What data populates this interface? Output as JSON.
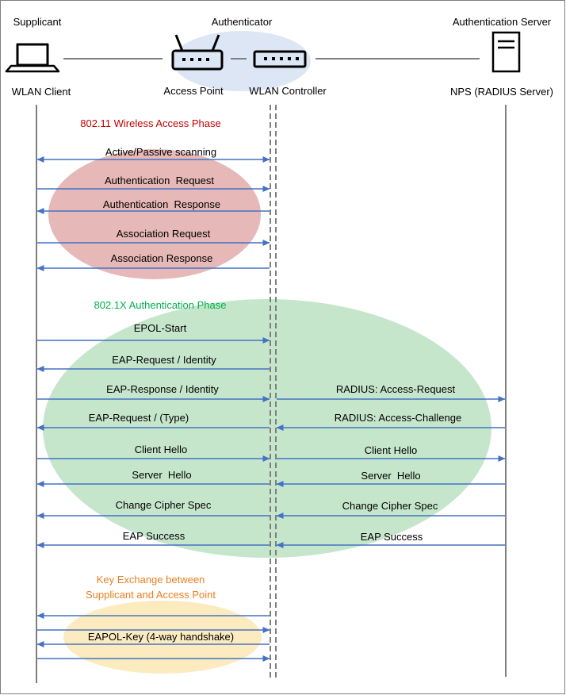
{
  "header": {
    "supplicant": "Supplicant",
    "authenticator": "Authenticator",
    "auth_server": "Authentication Server",
    "wlan_client": "WLAN Client",
    "access_point": "Access Point",
    "wlan_controller": "WLAN Controller",
    "nps": "NPS (RADIUS Server)"
  },
  "icons": {
    "client": "laptop-icon",
    "access_point": "router-icon",
    "controller": "switch-icon",
    "server": "server-icon"
  },
  "phases": {
    "wireless": {
      "label": "802.11 Wireless Access Phase",
      "color": "#c00000",
      "fill": "#e6b8b7"
    },
    "dot1x": {
      "label": "802.1X Authentication Phase",
      "color": "#00b050",
      "fill": "#c6e6cc"
    },
    "key": {
      "label_line1": "Key Exchange between",
      "label_line2": "Supplicant and Access Point",
      "color": "#e97e20",
      "fill": "#fdebc0"
    }
  },
  "colors": {
    "arrow": "#4472c4",
    "lifeline": "#7f7f7f",
    "text": "#000000"
  },
  "messages": {
    "active_passive_scanning": "Active/Passive scanning",
    "auth_request": "Authentication  Request",
    "auth_response": "Authentication  Response",
    "assoc_request": "Association Request",
    "assoc_response": "Association Response",
    "epol_start": "EPOL-Start",
    "eap_request_identity": "EAP-Request / Identity",
    "eap_response_identity": "EAP-Response / Identity",
    "eap_request_type": "EAP-Request / (Type)",
    "client_hello_left": "Client Hello",
    "server_hello_left": "Server  Hello",
    "change_cipher_left": "Change Cipher Spec",
    "eap_success_left": "EAP Success",
    "radius_access_request": "RADIUS: Access-Request",
    "radius_access_challenge": "RADIUS: Access-Challenge",
    "client_hello_right": "Client Hello",
    "server_hello_right": "Server  Hello",
    "change_cipher_right": "Change Cipher Spec",
    "eap_success_right": "EAP Success",
    "eapol_key": "EAPOL-Key (4-way handshake)"
  }
}
